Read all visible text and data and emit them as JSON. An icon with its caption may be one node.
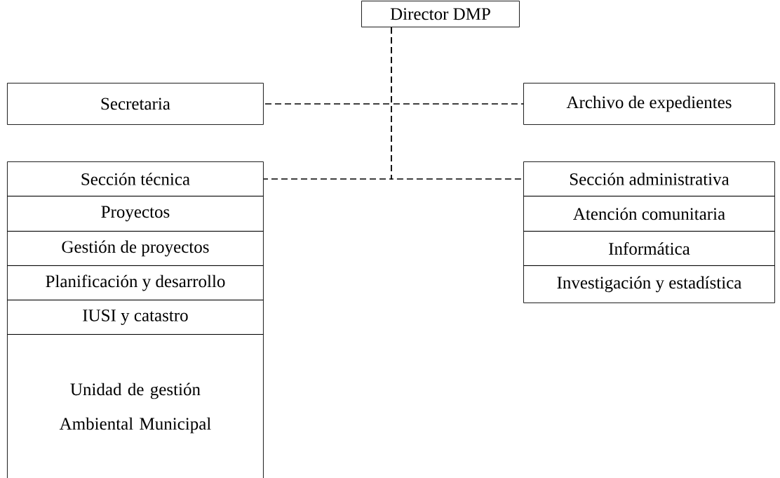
{
  "diagram": {
    "nodes": [
      {
        "text": [
          "Director DMP"
        ]
      },
      {
        "text": [
          "Secretaria"
        ]
      },
      {
        "text": [
          "Archivo de expedientes"
        ]
      },
      {
        "text": [
          "Sección técnica"
        ]
      },
      {
        "text": [
          "Proyectos"
        ]
      },
      {
        "text": [
          "Gestión de proyectos"
        ]
      },
      {
        "text": [
          "Planificación y desarrollo"
        ]
      },
      {
        "text": [
          "IUSI y catastro"
        ]
      },
      {
        "text": [
          "Unidad de gestión Ambiental Municipal"
        ]
      },
      {
        "text": [
          "Sección administrativa"
        ]
      },
      {
        "text": [
          "Atención comunitaria"
        ]
      },
      {
        "text": [
          "Informática"
        ]
      },
      {
        "text": [
          "Investigación y estadística"
        ]
      }
    ],
    "edges": [
      {
        "from": 0,
        "to": 1,
        "arrow": "none",
        "style": "dashed"
      },
      {
        "from": 0,
        "to": 2,
        "arrow": "none",
        "style": "dashed"
      },
      {
        "from": 0,
        "to": 3,
        "arrow": "none",
        "style": "dashed"
      },
      {
        "from": 0,
        "to": 9,
        "arrow": "none",
        "style": "dashed"
      }
    ]
  }
}
